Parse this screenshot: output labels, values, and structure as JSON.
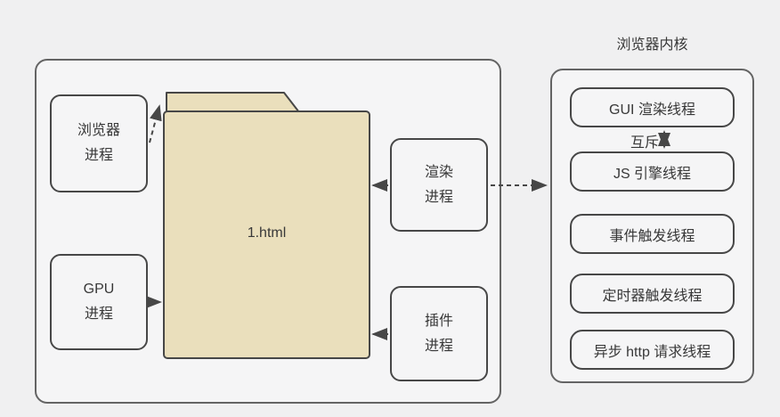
{
  "colors": {
    "background": "#f0f0f1",
    "stroke": "#474747",
    "container_stroke": "#646464",
    "folder_fill": "#eadfbc",
    "text": "#383838",
    "box_fill": "#f5f5f6"
  },
  "main_panel": {
    "browser_process": {
      "line1": "浏览器",
      "line2": "进程"
    },
    "gpu_process": {
      "line1": "GPU",
      "line2": "进程"
    },
    "render_process": {
      "line1": "渲染",
      "line2": "进程"
    },
    "plugin_process": {
      "line1": "插件",
      "line2": "进程"
    },
    "file": {
      "label": "1.html"
    }
  },
  "kernel_panel": {
    "title": "浏览器内核",
    "mutex_label": "互斥",
    "threads": [
      "GUI 渲染线程",
      "JS 引擎线程",
      "事件触发线程",
      "定时器触发线程",
      "异步 http 请求线程"
    ]
  }
}
